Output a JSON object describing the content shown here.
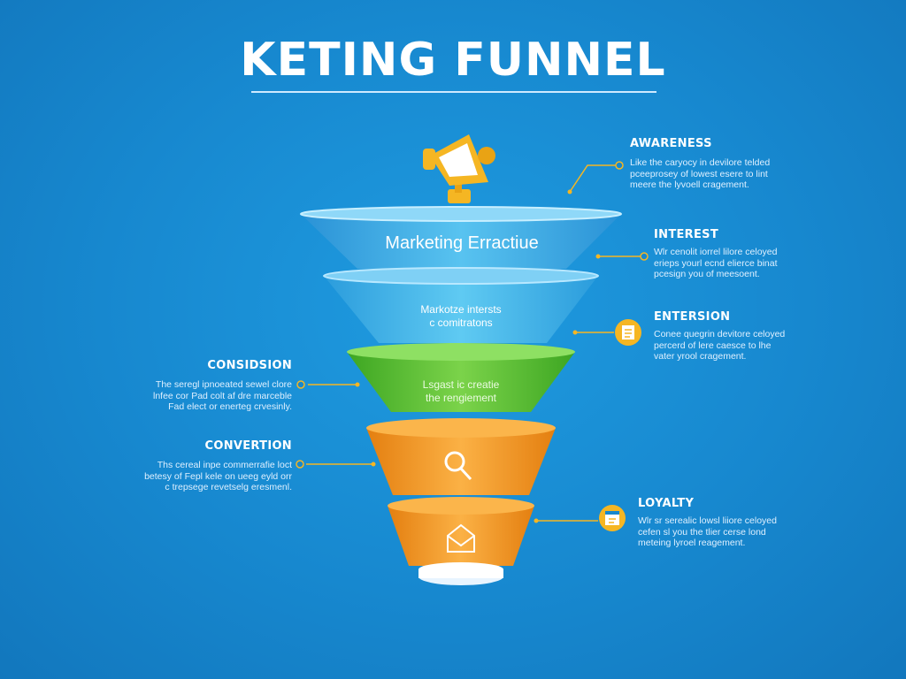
{
  "title": "KETING FUNNEL",
  "tiers": [
    {
      "label": "Marketing Erractiue"
    },
    {
      "label": "Markotze intersts\nc comitratons"
    },
    {
      "label": "Lsgast ic creatie\nthe rengiement"
    }
  ],
  "stages": {
    "awareness": {
      "name": "AWARENESS",
      "description": "Like the caryocy in devilore telded\npceeprosey of lowest esere to lint\nmeere the lyvoell cragement."
    },
    "interest": {
      "name": "INTEREST",
      "description": "Wlr cenolit iorrel lilore celoyed\nerieps yourl ecnd elierce binat\npcesign you of meesoent."
    },
    "entersion": {
      "name": "ENTERSION",
      "description": "Conee quegrin devitore celoyed\npercerd of lere caesce to lhe\nvater yrool cragement."
    },
    "consideration": {
      "name": "CONSIDSION",
      "description": "The seregl ipnoeated sewel clore\nlnfee cor Pad colt af dre marceble\nFad elect or enerteg crvesinly."
    },
    "conversion": {
      "name": "CONVERTION",
      "description": "Ths cereal inpe commerrafie loct\nbetesy of Fepl kele on ueeg eyld orr\nc trepsege revetselg eresmenl."
    },
    "loyalty": {
      "name": "LOYALTY",
      "description": "Wlr sr serealic lowsl liiore celoyed\ncefen sl you the tlier cerse lond\nmeteing lyroel reagement."
    }
  },
  "icons": {
    "top": "megaphone-icon",
    "entersion": "document-icon",
    "loyalty": "calendar-icon",
    "tier4": "magnifier-icon",
    "tier5": "envelope-icon"
  },
  "colors": {
    "background": "#1788cf",
    "blue_tier": "#3fb2e8",
    "green_tier": "#5cc233",
    "orange_tier": "#f39a1c",
    "accent_yellow": "#f5b623"
  }
}
